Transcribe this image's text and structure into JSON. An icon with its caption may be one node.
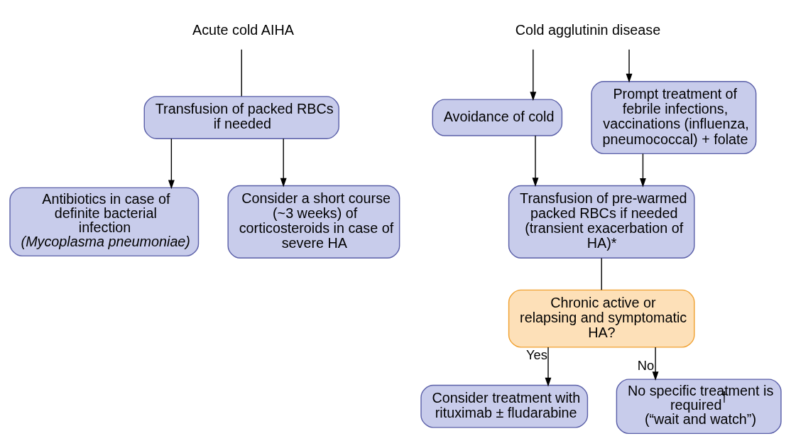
{
  "diagram": {
    "nodes": [
      {
        "text": [
          "Acute cold AIHA"
        ]
      },
      {
        "text": [
          "Transfusion of packed RBCs if needed"
        ]
      },
      {
        "text": [
          "Antibiotics in case of definite bacterial infection",
          "*(Mycoplasma pneumoniae)*"
        ]
      },
      {
        "text": [
          "Consider a short course (~3 weeks) of corticosteroids in case of severe HA"
        ]
      },
      {
        "text": [
          "Cold agglutinin disease"
        ]
      },
      {
        "text": [
          "Avoidance of cold"
        ]
      },
      {
        "text": [
          "Prompt treatment of febrile infections, vaccinations (influenza, pneumococcal) + folate"
        ]
      },
      {
        "text": [
          "Transfusion of pre-warmed packed RBCs if needed (transient exacerbation of HA)*"
        ]
      },
      {
        "text": [
          "Chronic active or relapsing and symptomatic HA?"
        ]
      },
      {
        "text": [
          "Consider treatment with rituximab ± fludarabine"
        ]
      },
      {
        "text": [
          "No specific treatment is required$^{†}$ (“wait and watch”)"
        ]
      }
    ],
    "edges": [
      {
        "from": 0,
        "to": 1,
        "arrow": "none"
      },
      {
        "from": 1,
        "to": 2,
        "arrow": "to"
      },
      {
        "from": 1,
        "to": 3,
        "arrow": "to"
      },
      {
        "from": 4,
        "to": 5,
        "arrow": "to"
      },
      {
        "from": 4,
        "to": 6,
        "arrow": "to"
      },
      {
        "from": 5,
        "to": 7,
        "arrow": "to"
      },
      {
        "from": 6,
        "to": 7,
        "arrow": "to"
      },
      {
        "from": 7,
        "to": 8,
        "arrow": "none"
      },
      {
        "from": 8,
        "to": 9,
        "arrow": "to",
        "label": "Yes"
      },
      {
        "from": 8,
        "to": 10,
        "arrow": "to",
        "label": "No"
      }
    ]
  }
}
